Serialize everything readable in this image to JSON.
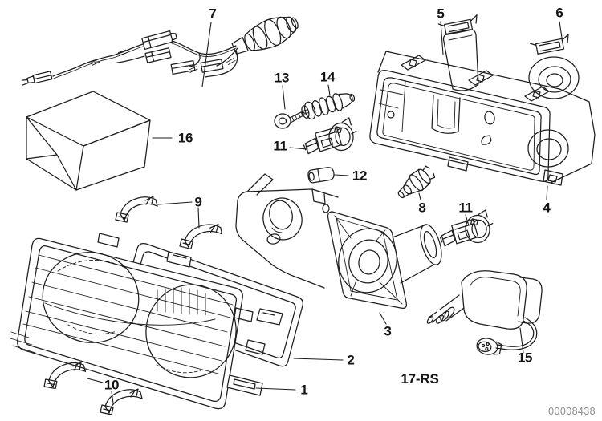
{
  "diagram": {
    "drawing_code": "17-RS",
    "watermark": "00008438",
    "colors": {
      "background": "#ffffff",
      "line": "#1d1d1d",
      "label": "#141414",
      "watermark": "#8c8c8c"
    },
    "callouts": [
      {
        "label": "7"
      },
      {
        "label": "5"
      },
      {
        "label": "6"
      },
      {
        "label": "13"
      },
      {
        "label": "14"
      },
      {
        "label": "16"
      },
      {
        "label": "11"
      },
      {
        "label": "12"
      },
      {
        "label": "9"
      },
      {
        "label": "8"
      },
      {
        "label": "11"
      },
      {
        "label": "4"
      },
      {
        "label": "3"
      },
      {
        "label": "2"
      },
      {
        "label": "1"
      },
      {
        "label": "10"
      },
      {
        "label": "15"
      }
    ]
  }
}
